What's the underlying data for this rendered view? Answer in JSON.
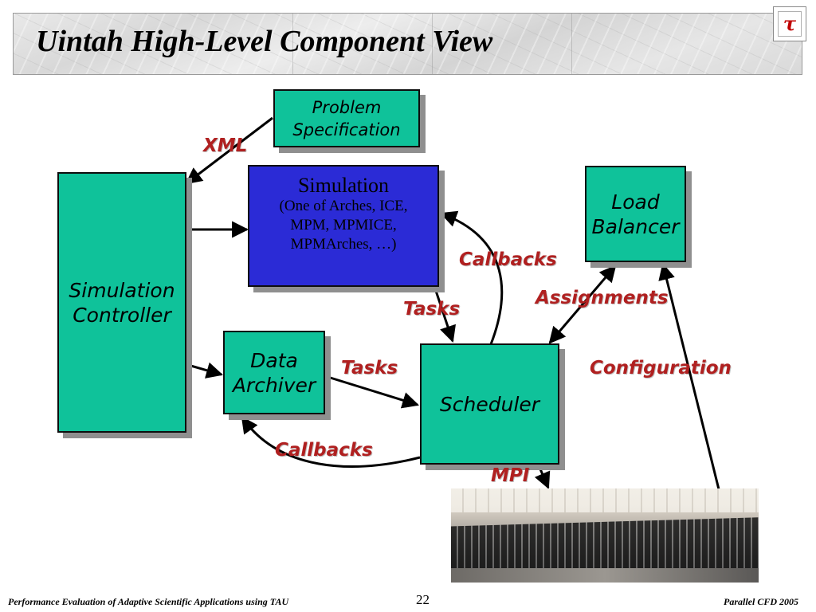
{
  "slide": {
    "title": "Uintah High-Level Component View",
    "logo_glyph": "τ",
    "footer_left": "Performance Evaluation of Adaptive Scientific Applications using TAU",
    "page_number": "22",
    "footer_right": "Parallel CFD 2005"
  },
  "diagram": {
    "nodes": {
      "problem_spec": {
        "lines": [
          "Problem",
          "Specification"
        ]
      },
      "simulation": {
        "title": "Simulation",
        "lines": [
          "(One of Arches, ICE,",
          "MPM, MPMICE,",
          "MPMArches, …)"
        ]
      },
      "load_balancer": {
        "lines": [
          "Load",
          "Balancer"
        ]
      },
      "sim_controller": {
        "lines": [
          "Simulation",
          "Controller"
        ]
      },
      "data_archiver": {
        "lines": [
          "Data",
          "Archiver"
        ]
      },
      "scheduler": {
        "lines": [
          "Scheduler"
        ]
      }
    },
    "edge_labels": {
      "xml": "XML",
      "callbacks_sim": "Callbacks",
      "tasks_sim": "Tasks",
      "assignments": "Assignments",
      "tasks_archiver": "Tasks",
      "configuration": "Configuration",
      "callbacks_archiver": "Callbacks",
      "mpi": "MPI"
    },
    "colors": {
      "node_green": "#0fc29a",
      "node_blue": "#2b2bd6",
      "edge_label_red": "#b02020"
    },
    "photo": "supercomputer-racks-photo"
  }
}
